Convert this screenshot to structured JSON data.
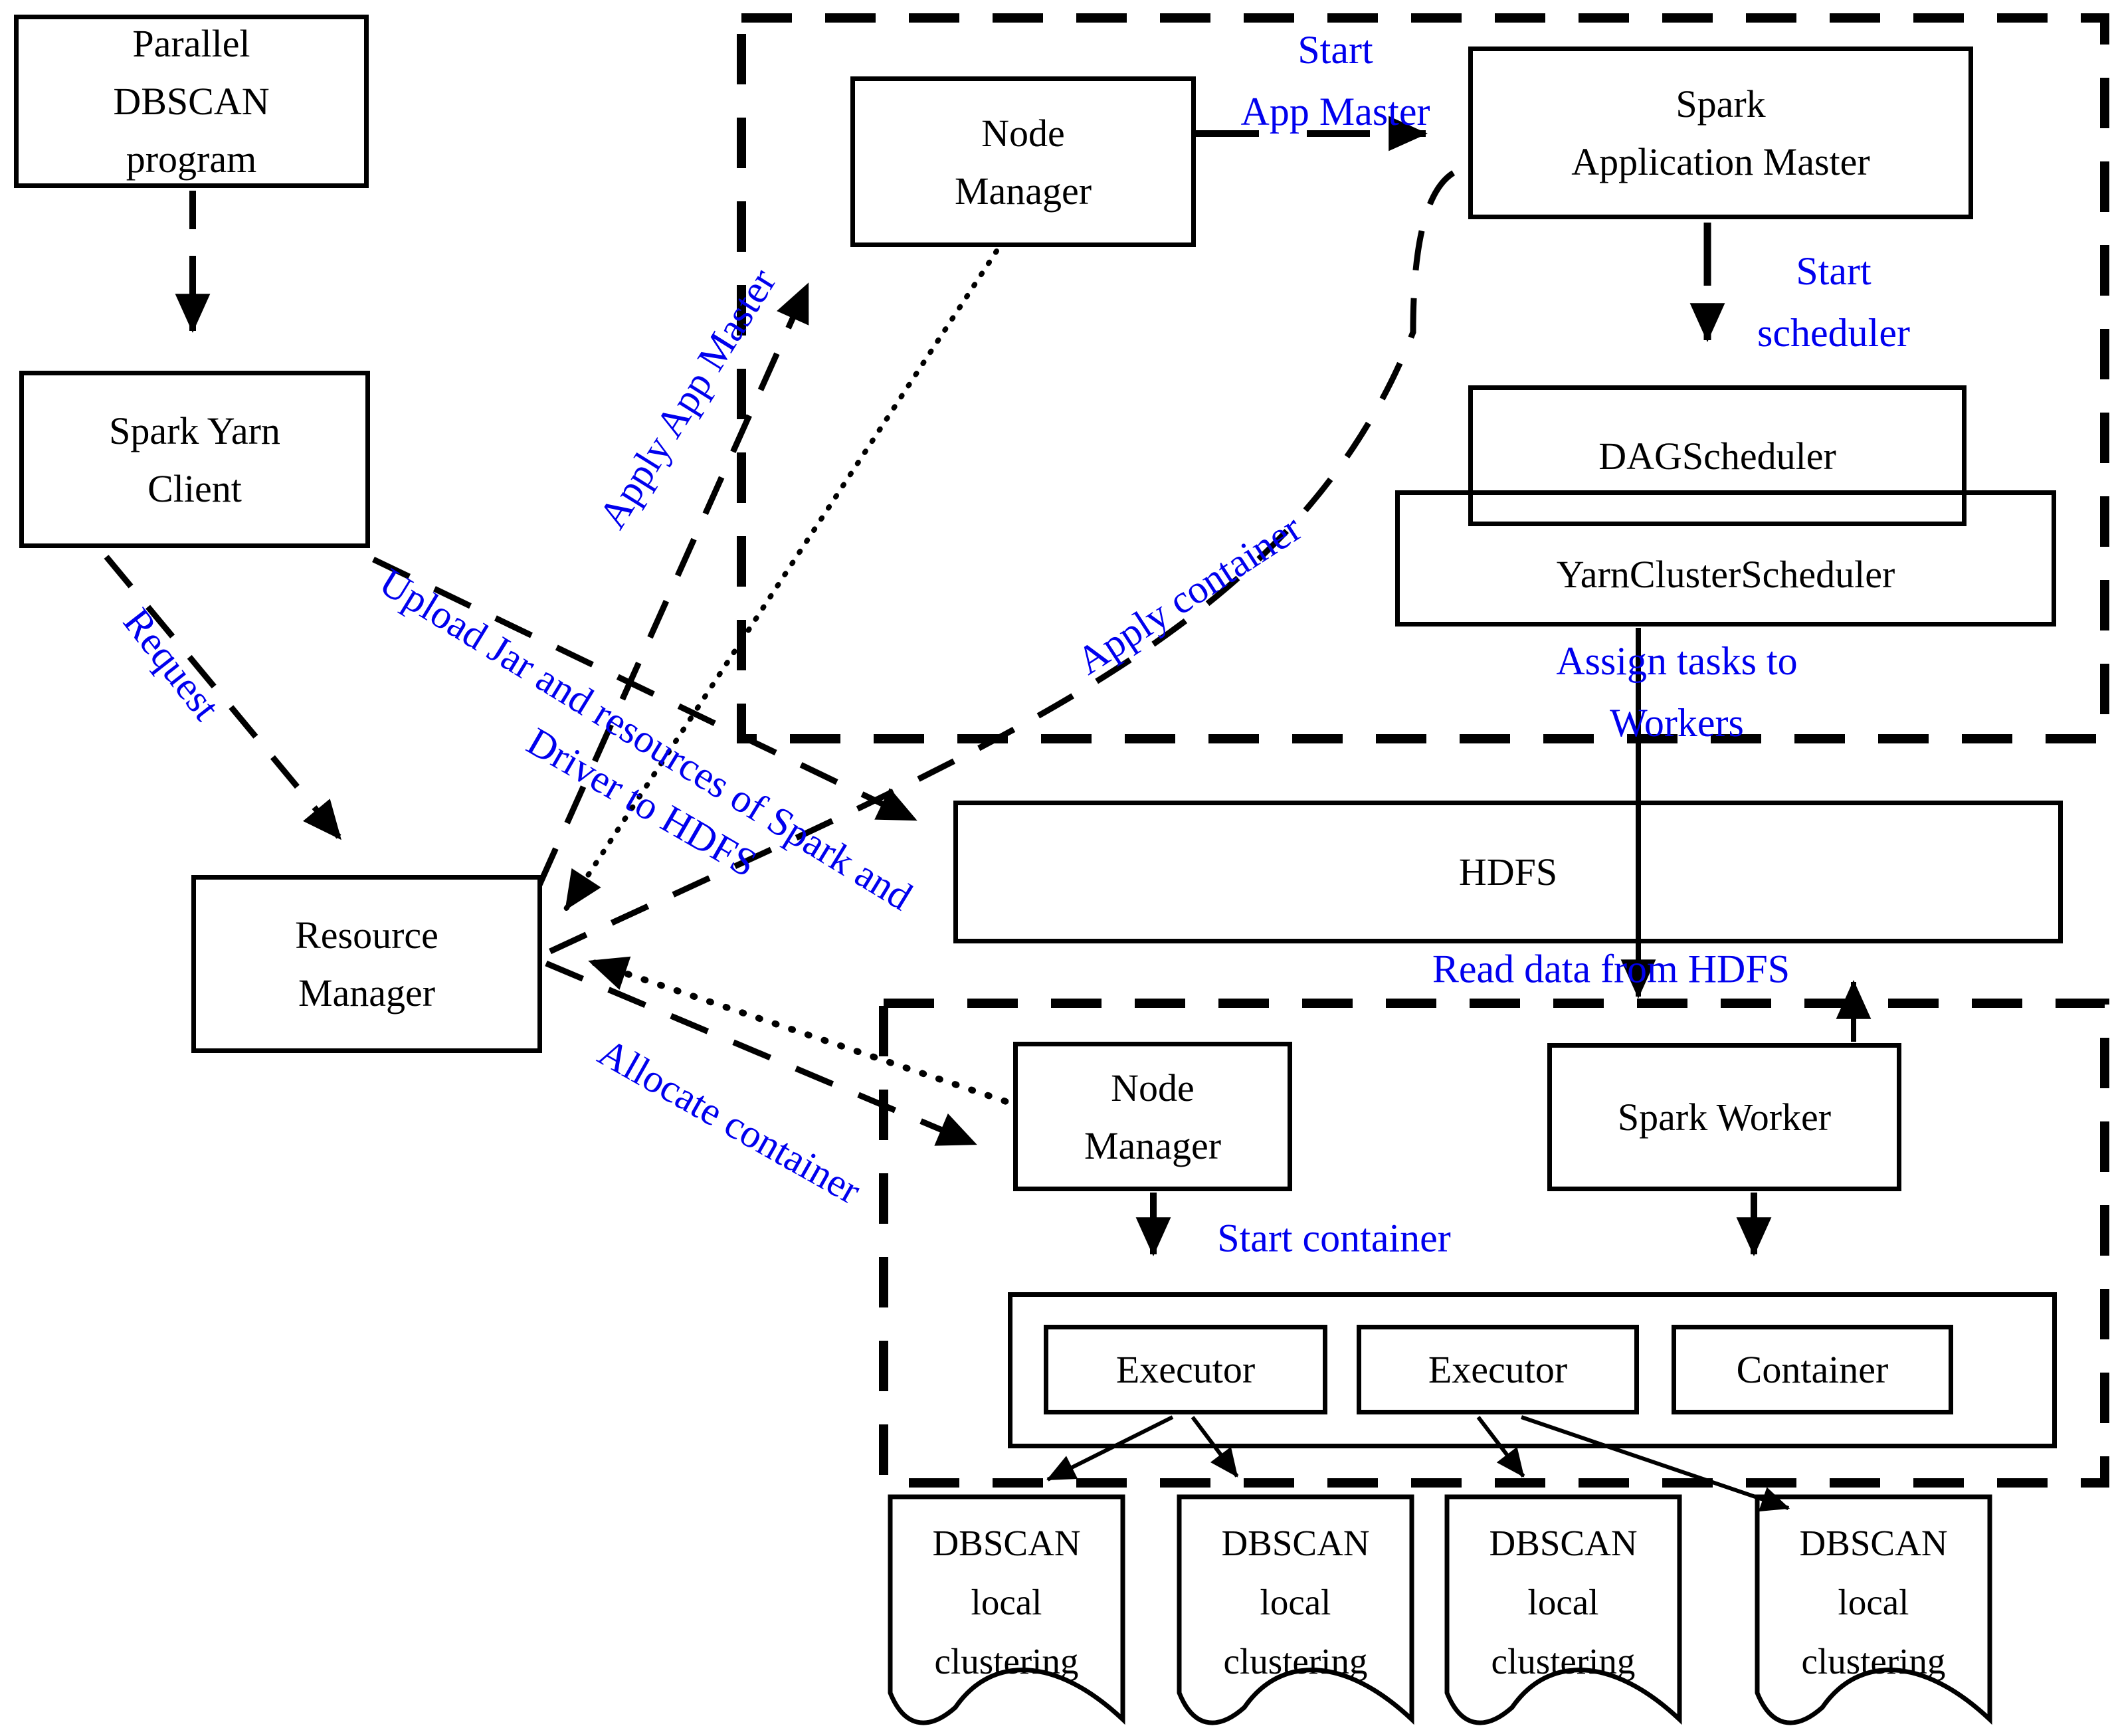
{
  "diagram_title": "Parallel DBSCAN on Spark YARN architecture",
  "colors": {
    "accent_blue": "#0000EE",
    "line_black": "#000000",
    "background": "#FFFFFF"
  },
  "nodes": {
    "parallel_dbscan": {
      "label": "Parallel\nDBSCAN\nprogram"
    },
    "spark_yarn_client": {
      "label": "Spark Yarn\nClient"
    },
    "resource_manager": {
      "label": "Resource\nManager"
    },
    "node_manager_top": {
      "label": "Node\nManager"
    },
    "spark_application_master": {
      "label": "Spark\nApplication Master"
    },
    "dag_scheduler": {
      "label": "DAGScheduler"
    },
    "yarn_cluster_scheduler": {
      "label": "YarnClusterScheduler"
    },
    "hdfs": {
      "label": "HDFS"
    },
    "node_manager_bottom": {
      "label": "Node\nManager"
    },
    "spark_worker": {
      "label": "Spark Worker"
    },
    "executor_1": {
      "label": "Executor"
    },
    "executor_2": {
      "label": "Executor"
    },
    "container": {
      "label": "Container"
    },
    "dbscan_doc_1": {
      "label": "DBSCAN\nlocal\nclustering"
    },
    "dbscan_doc_2": {
      "label": "DBSCAN\nlocal\nclustering"
    },
    "dbscan_doc_3": {
      "label": "DBSCAN\nlocal\nclustering"
    },
    "dbscan_doc_4": {
      "label": "DBSCAN\nlocal\nclustering"
    }
  },
  "edge_labels": {
    "request": "Request",
    "upload_jar_line1": "Upload Jar and resources of Spark and",
    "upload_jar_line2": "Driver to HDFS",
    "apply_app_master": "Apply App Master",
    "start_app_master": "Start\nApp Master",
    "start_scheduler": "Start\nscheduler",
    "apply_container": "Apply container",
    "assign_tasks": "Assign tasks to\nWorkers",
    "read_data": "Read data from HDFS",
    "allocate_container": "Allocate container",
    "start_container": "Start container"
  }
}
